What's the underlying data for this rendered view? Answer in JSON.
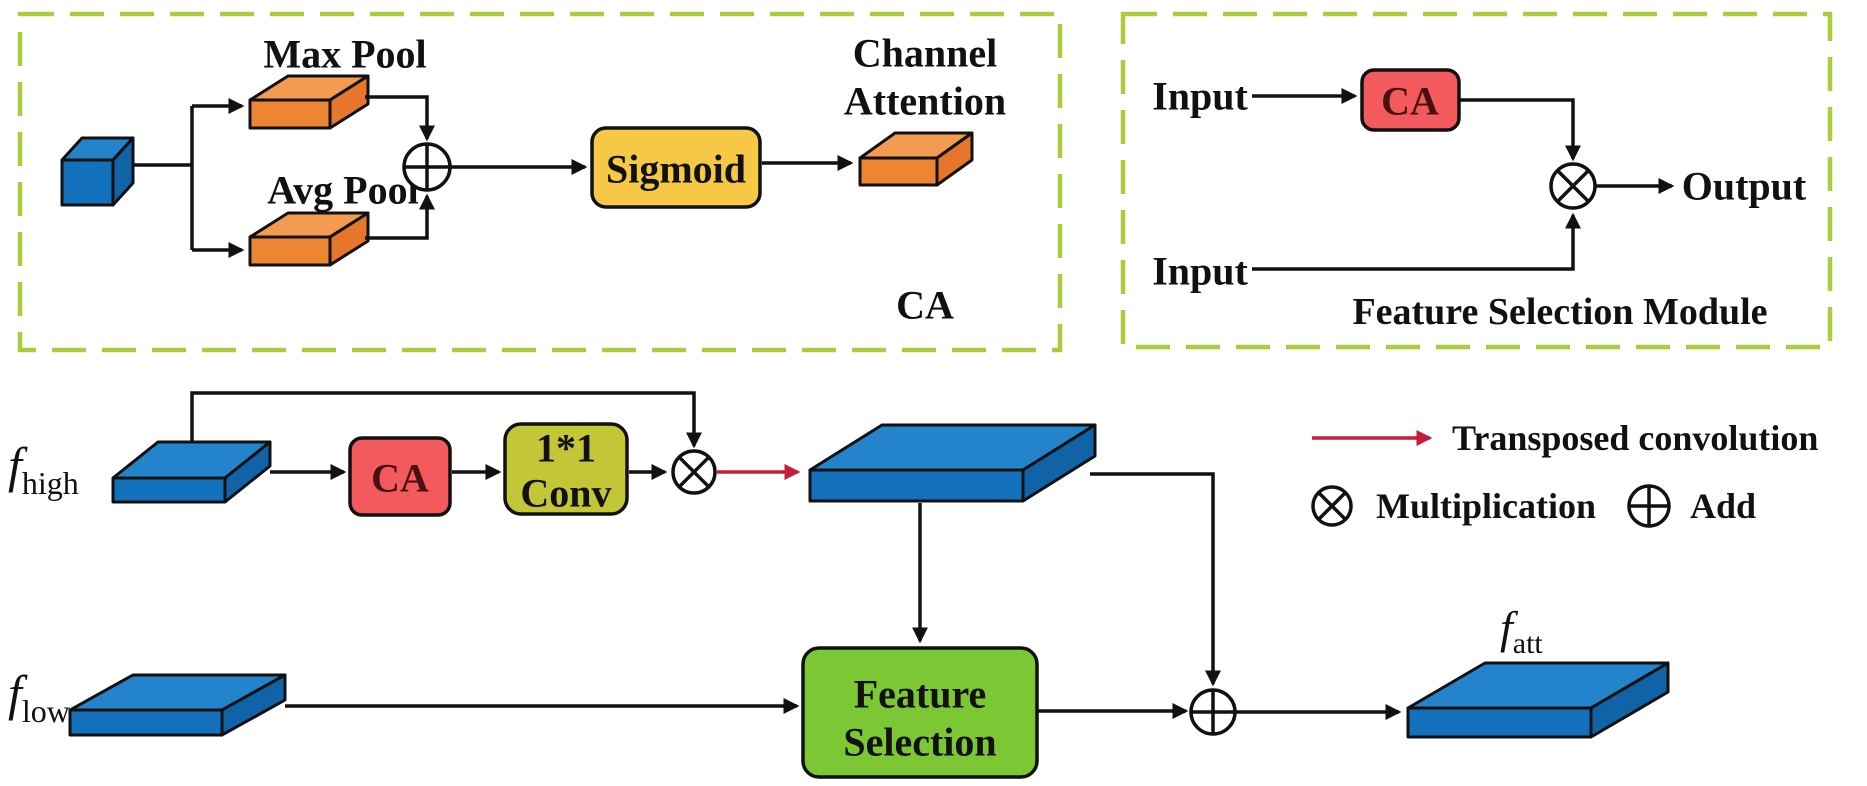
{
  "figure": {
    "ca_panel": {
      "title": "CA",
      "max_pool": "Max Pool",
      "avg_pool": "Avg Pool",
      "sigmoid": "Sigmoid",
      "out_line1": "Channel",
      "out_line2": "Attention"
    },
    "fsm_panel": {
      "title": "Feature Selection Module",
      "input_top": "Input",
      "input_bottom": "Input",
      "ca": "CA",
      "output": "Output"
    },
    "main": {
      "f_high": {
        "base": "f",
        "sub": "high"
      },
      "f_low": {
        "base": "f",
        "sub": "low"
      },
      "f_att": {
        "base": "f",
        "sub": "att"
      },
      "ca": "CA",
      "conv_line1": "1*1",
      "conv_line2": "Conv",
      "fs_line1": "Feature",
      "fs_line2": "Selection"
    },
    "legend": {
      "transposed": "Transposed convolution",
      "multiplication": "Multiplication",
      "add": "Add"
    },
    "symbols": {
      "multiply": "⊗",
      "add": "⊕"
    },
    "colors": {
      "blue_top": "#2384CC",
      "blue_front": "#1371BC",
      "blue_side": "#0F63A6",
      "orange_top": "#F29B51",
      "orange_front": "#EE8532",
      "orange_side": "#E5762B",
      "yellow_box": "#F6C845",
      "red_box": "#F25A5E",
      "olive_box": "#C2C637",
      "green_box": "#7CC834",
      "panel_dash": "#A9CE3D",
      "red_arrow": "#C41E3A",
      "line": "#111111"
    }
  }
}
